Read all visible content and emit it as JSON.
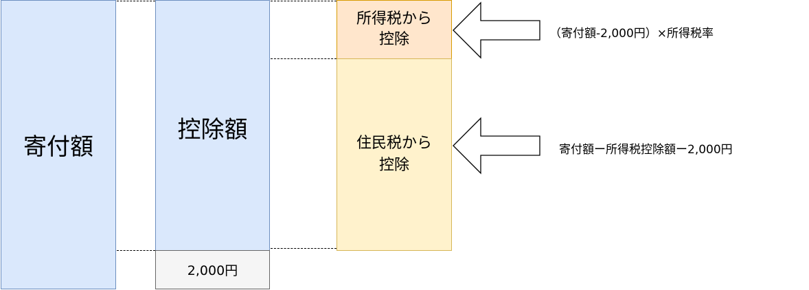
{
  "diagram": {
    "donation_box": {
      "label": "寄付額"
    },
    "deduction_box": {
      "label": "控除額"
    },
    "fixed_box": {
      "label": "2,000円"
    },
    "income_tax_box": {
      "line1": "所得税から",
      "line2": "控除"
    },
    "resident_tax_box": {
      "line1": "住民税から",
      "line2": "控除"
    },
    "income_tax_formula": "（寄付額-2,000円）×所得税率",
    "resident_tax_formula": "寄付額ー所得税控除額ー2,000円",
    "colors": {
      "blue_fill": "#dae8fc",
      "blue_stroke": "#6c8ebf",
      "gray_fill": "#f5f5f5",
      "gray_stroke": "#666666",
      "orange_fill": "#ffe6cc",
      "orange_stroke": "#d79b00",
      "yellow_fill": "#fff2cc",
      "yellow_stroke": "#d6b656"
    },
    "icons": [
      "left-arrow-icon",
      "left-arrow-icon"
    ]
  }
}
